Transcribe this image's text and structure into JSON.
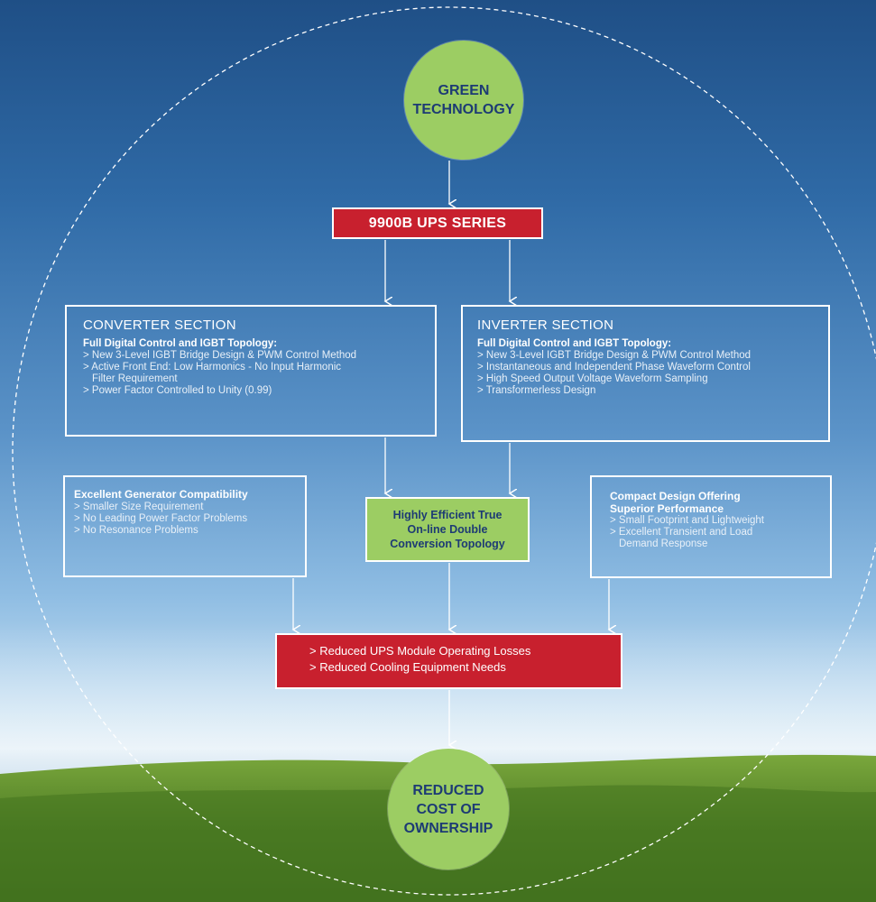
{
  "green_technology": {
    "lines": [
      "GREEN",
      "TECHNOLOGY"
    ]
  },
  "series_label": "9900B UPS SERIES",
  "converter": {
    "title": "CONVERTER SECTION",
    "subtitle": "Full Digital Control and IGBT Topology:",
    "items": [
      "> New 3-Level IGBT Bridge Design & PWM Control Method",
      "> Active Front End: Low Harmonics - No Input Harmonic",
      "Filter Requirement",
      "> Power Factor Controlled to Unity (0.99)"
    ]
  },
  "inverter": {
    "title": "INVERTER SECTION",
    "subtitle": "Full Digital Control and IGBT Topology:",
    "items": [
      "> New 3-Level IGBT Bridge Design & PWM Control Method",
      "> Instantaneous and Independent Phase Waveform Control",
      "> High Speed Output Voltage Waveform Sampling",
      "> Transformerless Design"
    ]
  },
  "generator": {
    "title": "Excellent Generator Compatibility",
    "items": [
      "> Smaller Size Requirement",
      "> No Leading Power Factor Problems",
      "> No Resonance Problems"
    ]
  },
  "topology": {
    "lines": [
      "Highly Efficient True",
      "On-line Double",
      "Conversion Topology"
    ]
  },
  "compact": {
    "title_lines": [
      "Compact Design Offering",
      "Superior Performance"
    ],
    "items": [
      "> Small Footprint and Lightweight",
      "> Excellent Transient and Load",
      "Demand Response"
    ]
  },
  "benefits": {
    "items": [
      "> Reduced UPS Module Operating Losses",
      "> Reduced Cooling Equipment Needs"
    ]
  },
  "reduced_cost": {
    "lines": [
      "REDUCED",
      "COST OF",
      "OWNERSHIP"
    ]
  },
  "colors": {
    "red": "#c8202e",
    "green": "#9ccd63",
    "navy_text": "#1d3b74",
    "sky": "#2f6aa6",
    "grass": "#4f7f2a"
  }
}
